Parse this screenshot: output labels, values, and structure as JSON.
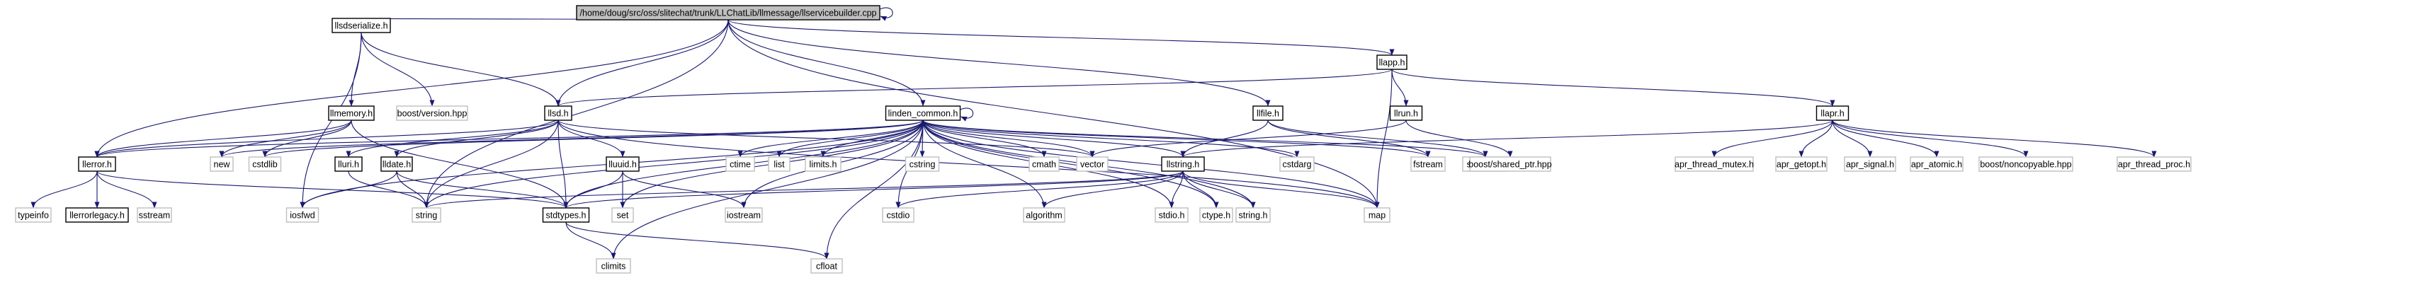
{
  "graph": {
    "root": "/home/doug/src/oss/slitechat/trunk/LLChatLib/llmessage/llservicebuilder.cpp",
    "colors": {
      "edge": "#191970",
      "root_fill": "#bfbfbf",
      "linked_border": "#000000",
      "external_border": "#bfbfbf",
      "node_fill": "#ffffff"
    },
    "nodes": [
      {
        "id": "root",
        "label": "/home/doug/src/oss/slitechat/trunk/LLChatLib/llmessage/llservicebuilder.cpp",
        "kind": "root"
      },
      {
        "id": "llsdserialize",
        "label": "llsdserialize.h",
        "kind": "linked"
      },
      {
        "id": "llapp",
        "label": "llapp.h",
        "kind": "linked"
      },
      {
        "id": "linden_common",
        "label": "linden_common.h",
        "kind": "linked"
      },
      {
        "id": "llsd",
        "label": "llsd.h",
        "kind": "linked"
      },
      {
        "id": "llfile",
        "label": "llfile.h",
        "kind": "linked"
      },
      {
        "id": "llrun",
        "label": "llrun.h",
        "kind": "linked"
      },
      {
        "id": "llapr",
        "label": "llapr.h",
        "kind": "linked"
      },
      {
        "id": "llmemory",
        "label": "llmemory.h",
        "kind": "linked"
      },
      {
        "id": "boost_version",
        "label": "boost/version.hpp",
        "kind": "external"
      },
      {
        "id": "llerror",
        "label": "llerror.h",
        "kind": "linked"
      },
      {
        "id": "llerrorlegacy",
        "label": "llerrorlegacy.h",
        "kind": "linked"
      },
      {
        "id": "typeinfo",
        "label": "typeinfo",
        "kind": "external"
      },
      {
        "id": "sstream",
        "label": "sstream",
        "kind": "external"
      },
      {
        "id": "new",
        "label": "new",
        "kind": "external"
      },
      {
        "id": "cstdlib",
        "label": "cstdlib",
        "kind": "external"
      },
      {
        "id": "lluri",
        "label": "lluri.h",
        "kind": "linked"
      },
      {
        "id": "lldate",
        "label": "lldate.h",
        "kind": "linked"
      },
      {
        "id": "lluuid",
        "label": "lluuid.h",
        "kind": "linked"
      },
      {
        "id": "iosfwd",
        "label": "iosfwd",
        "kind": "external"
      },
      {
        "id": "string",
        "label": "string",
        "kind": "external"
      },
      {
        "id": "stdtypes",
        "label": "stdtypes.h",
        "kind": "linked"
      },
      {
        "id": "set",
        "label": "set",
        "kind": "external"
      },
      {
        "id": "climits",
        "label": "climits",
        "kind": "external"
      },
      {
        "id": "cfloat",
        "label": "cfloat",
        "kind": "external"
      },
      {
        "id": "ctime",
        "label": "ctime",
        "kind": "external"
      },
      {
        "id": "list",
        "label": "list",
        "kind": "external"
      },
      {
        "id": "limits_h",
        "label": "limits.h",
        "kind": "external"
      },
      {
        "id": "cstring",
        "label": "cstring",
        "kind": "external"
      },
      {
        "id": "cmath",
        "label": "cmath",
        "kind": "external"
      },
      {
        "id": "vector",
        "label": "vector",
        "kind": "external"
      },
      {
        "id": "llstring",
        "label": "llstring.h",
        "kind": "linked"
      },
      {
        "id": "cstdarg",
        "label": "cstdarg",
        "kind": "external"
      },
      {
        "id": "iostream",
        "label": "iostream",
        "kind": "external"
      },
      {
        "id": "cstdio",
        "label": "cstdio",
        "kind": "external"
      },
      {
        "id": "algorithm",
        "label": "algorithm",
        "kind": "external"
      },
      {
        "id": "stdio_h",
        "label": "stdio.h",
        "kind": "external"
      },
      {
        "id": "ctype_h",
        "label": "ctype.h",
        "kind": "external"
      },
      {
        "id": "string_h",
        "label": "string.h",
        "kind": "external"
      },
      {
        "id": "map",
        "label": "map",
        "kind": "external"
      },
      {
        "id": "fstream",
        "label": "fstream",
        "kind": "external"
      },
      {
        "id": "sys_stat",
        "label": "sys/stat.h",
        "kind": "external"
      },
      {
        "id": "boost_shared_ptr",
        "label": "boost/shared_ptr.hpp",
        "kind": "external"
      },
      {
        "id": "apr_thread_mutex",
        "label": "apr_thread_mutex.h",
        "kind": "external"
      },
      {
        "id": "apr_getopt",
        "label": "apr_getopt.h",
        "kind": "external"
      },
      {
        "id": "apr_signal",
        "label": "apr_signal.h",
        "kind": "external"
      },
      {
        "id": "apr_atomic",
        "label": "apr_atomic.h",
        "kind": "external"
      },
      {
        "id": "boost_noncopyable",
        "label": "boost/noncopyable.hpp",
        "kind": "external"
      },
      {
        "id": "apr_thread_proc",
        "label": "apr_thread_proc.h",
        "kind": "external"
      }
    ],
    "edges": [
      [
        "root",
        "root"
      ],
      [
        "root",
        "llsdserialize"
      ],
      [
        "root",
        "llapp"
      ],
      [
        "root",
        "linden_common"
      ],
      [
        "root",
        "llsd"
      ],
      [
        "root",
        "llfile"
      ],
      [
        "root",
        "llerror"
      ],
      [
        "root",
        "string"
      ],
      [
        "root",
        "map"
      ],
      [
        "llsdserialize",
        "boost_version"
      ],
      [
        "llsdserialize",
        "llmemory"
      ],
      [
        "llsdserialize",
        "llsd"
      ],
      [
        "llsdserialize",
        "iosfwd"
      ],
      [
        "llapp",
        "llrun"
      ],
      [
        "llapp",
        "llapr"
      ],
      [
        "llapp",
        "map"
      ],
      [
        "llapp",
        "llsd"
      ],
      [
        "llmemory",
        "llerror"
      ],
      [
        "llmemory",
        "new"
      ],
      [
        "llmemory",
        "cstdlib"
      ],
      [
        "llmemory",
        "stdtypes"
      ],
      [
        "llerror",
        "typeinfo"
      ],
      [
        "llerror",
        "llerrorlegacy"
      ],
      [
        "llerror",
        "sstream"
      ],
      [
        "llerror",
        "stdtypes"
      ],
      [
        "llsd",
        "llerror"
      ],
      [
        "llsd",
        "lluri"
      ],
      [
        "llsd",
        "lldate"
      ],
      [
        "llsd",
        "lluuid"
      ],
      [
        "llsd",
        "string"
      ],
      [
        "llsd",
        "stdtypes"
      ],
      [
        "llsd",
        "vector"
      ],
      [
        "llsd",
        "map"
      ],
      [
        "lluri",
        "string"
      ],
      [
        "lldate",
        "iosfwd"
      ],
      [
        "lldate",
        "string"
      ],
      [
        "lldate",
        "stdtypes"
      ],
      [
        "lluuid",
        "iostream"
      ],
      [
        "lluuid",
        "set"
      ],
      [
        "lluuid",
        "stdtypes"
      ],
      [
        "stdtypes",
        "climits"
      ],
      [
        "stdtypes",
        "cfloat"
      ],
      [
        "linden_common",
        "linden_common"
      ],
      [
        "linden_common",
        "llerror"
      ],
      [
        "linden_common",
        "new"
      ],
      [
        "linden_common",
        "cstdlib"
      ],
      [
        "linden_common",
        "iosfwd"
      ],
      [
        "linden_common",
        "string"
      ],
      [
        "linden_common",
        "stdtypes"
      ],
      [
        "linden_common",
        "climits"
      ],
      [
        "linden_common",
        "cfloat"
      ],
      [
        "linden_common",
        "ctime"
      ],
      [
        "linden_common",
        "list"
      ],
      [
        "linden_common",
        "limits_h"
      ],
      [
        "linden_common",
        "cstring"
      ],
      [
        "linden_common",
        "cmath"
      ],
      [
        "linden_common",
        "vector"
      ],
      [
        "linden_common",
        "llstring"
      ],
      [
        "linden_common",
        "cstdarg"
      ],
      [
        "linden_common",
        "iostream"
      ],
      [
        "linden_common",
        "cstdio"
      ],
      [
        "linden_common",
        "algorithm"
      ],
      [
        "linden_common",
        "stdio_h"
      ],
      [
        "linden_common",
        "ctype_h"
      ],
      [
        "linden_common",
        "string_h"
      ],
      [
        "linden_common",
        "map"
      ],
      [
        "linden_common",
        "fstream"
      ],
      [
        "linden_common",
        "sys_stat"
      ],
      [
        "linden_common",
        "set"
      ],
      [
        "llfile",
        "llstring"
      ],
      [
        "llfile",
        "fstream"
      ],
      [
        "llfile",
        "sys_stat"
      ],
      [
        "llrun",
        "vector"
      ],
      [
        "llrun",
        "boost_shared_ptr"
      ],
      [
        "llapr",
        "llstring"
      ],
      [
        "llapr",
        "apr_thread_mutex"
      ],
      [
        "llapr",
        "apr_getopt"
      ],
      [
        "llapr",
        "apr_signal"
      ],
      [
        "llapr",
        "apr_atomic"
      ],
      [
        "llapr",
        "boost_noncopyable"
      ],
      [
        "llapr",
        "apr_thread_proc"
      ],
      [
        "llstring",
        "string"
      ],
      [
        "llstring",
        "cstdio"
      ],
      [
        "llstring",
        "algorithm"
      ],
      [
        "llstring",
        "stdio_h"
      ],
      [
        "llstring",
        "ctype_h"
      ],
      [
        "llstring",
        "string_h"
      ],
      [
        "llstring",
        "map"
      ],
      [
        "llstring",
        "stdtypes"
      ]
    ]
  }
}
